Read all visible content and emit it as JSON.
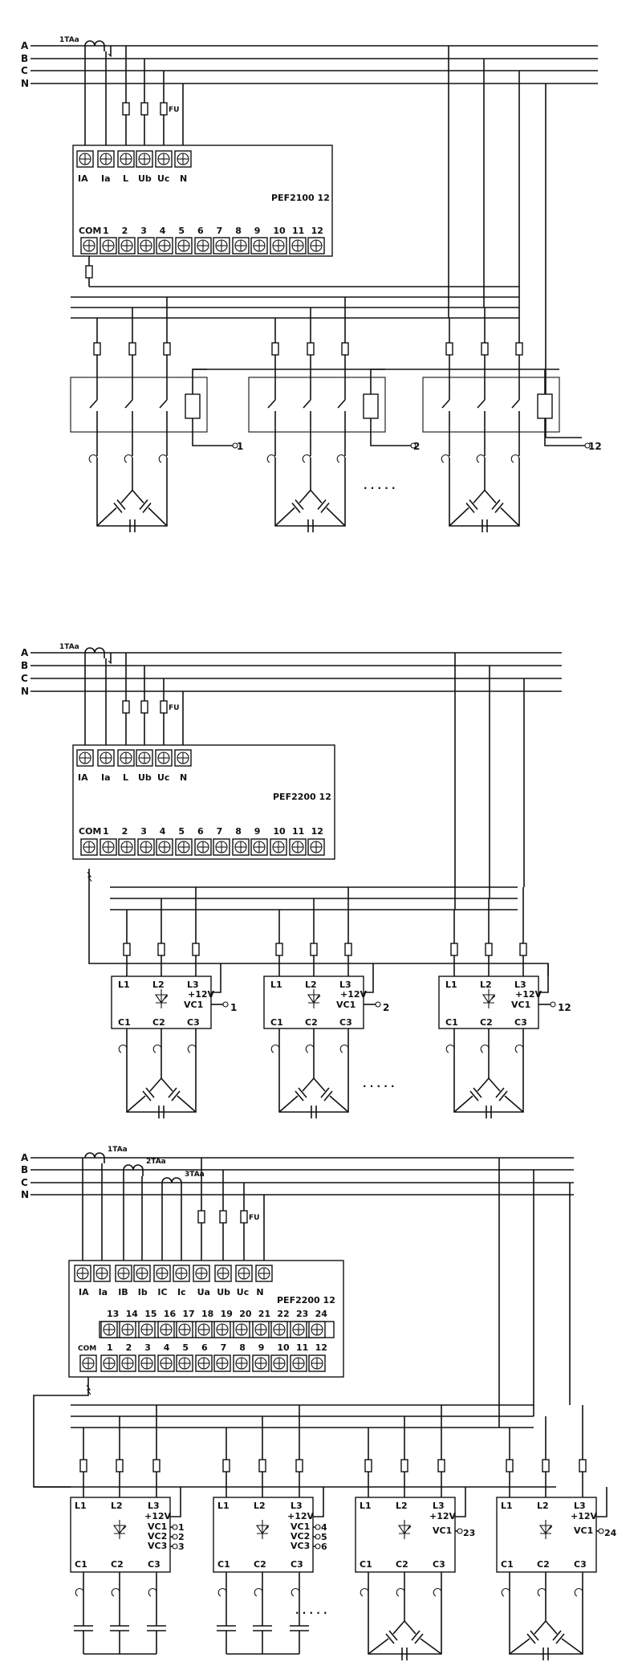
{
  "bus_labels": [
    "A",
    "B",
    "C",
    "N"
  ],
  "fuse_label": "FU",
  "dots": "· · · · ·",
  "d1": {
    "ct": "1TAa",
    "model": "PEF2100  12",
    "top_terms": [
      "IA",
      "Ia",
      "L",
      "Ub",
      "Uc",
      "N"
    ],
    "com": "COM",
    "bottom_terms": [
      "1",
      "2",
      "3",
      "4",
      "5",
      "6",
      "7",
      "8",
      "9",
      "10",
      "11",
      "12"
    ],
    "out_labels": [
      "1",
      "2",
      "12"
    ]
  },
  "d2": {
    "ct": "1TAa",
    "model": "PEF2200  12",
    "top_terms": [
      "IA",
      "Ia",
      "L",
      "Ub",
      "Uc",
      "N"
    ],
    "com": "COM",
    "bottom_terms": [
      "1",
      "2",
      "3",
      "4",
      "5",
      "6",
      "7",
      "8",
      "9",
      "10",
      "11",
      "12"
    ],
    "mod_inputs": [
      "L1",
      "L2",
      "L3"
    ],
    "mod_outputs": [
      "C1",
      "C2",
      "C3"
    ],
    "plus12": "+12V",
    "vc1": "VC1",
    "out_labels": [
      "1",
      "2",
      "12"
    ]
  },
  "d3": {
    "cts": [
      "1TAa",
      "2TAa",
      "3TAa"
    ],
    "model": "PEF2200  12",
    "top_terms": [
      "IA",
      "Ia",
      "IB",
      "Ib",
      "IC",
      "Ic",
      "Ua",
      "Ub",
      "Uc",
      "N"
    ],
    "com": "COM",
    "row_top": [
      "13",
      "14",
      "15",
      "16",
      "17",
      "18",
      "19",
      "20",
      "21",
      "22",
      "23",
      "24"
    ],
    "row_bottom": [
      "1",
      "2",
      "3",
      "4",
      "5",
      "6",
      "7",
      "8",
      "9",
      "10",
      "11",
      "12"
    ],
    "mod_inputs": [
      "L1",
      "L2",
      "L3"
    ],
    "mod_outputs": [
      "C1",
      "C2",
      "C3"
    ],
    "plus12": "+12V",
    "vc_split": [
      "VC1",
      "VC2",
      "VC3"
    ],
    "vc1": "VC1",
    "split_outs": [
      [
        "1",
        "2",
        "3"
      ],
      [
        "4",
        "5",
        "6"
      ]
    ],
    "single_outs": [
      "23",
      "24"
    ]
  }
}
